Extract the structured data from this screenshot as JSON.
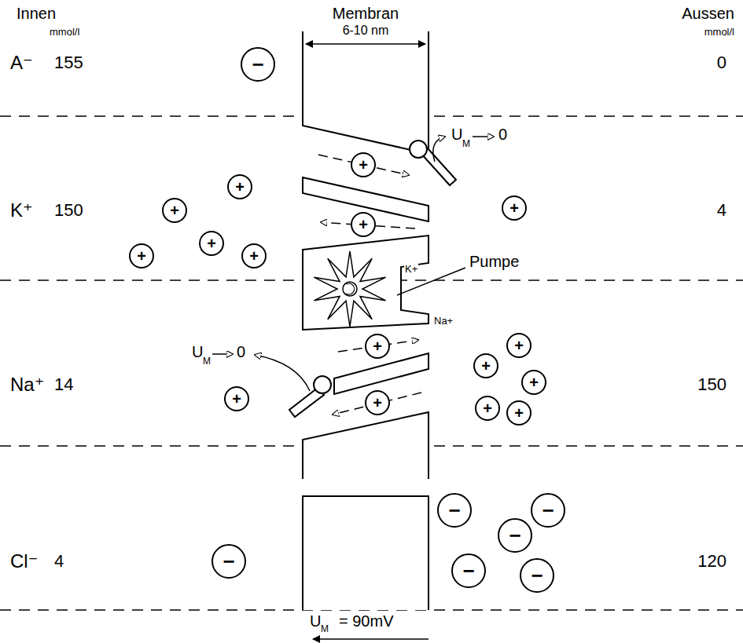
{
  "diagram": {
    "nodes": [
      {
        "text": [
          "−"
        ]
      },
      {
        "text": [
          "+"
        ]
      },
      {
        "text": [
          "+"
        ]
      },
      {
        "text": [
          "+"
        ]
      },
      {
        "text": [
          "+"
        ]
      },
      {
        "text": [
          "+"
        ]
      },
      {
        "text": [
          "+"
        ]
      },
      {
        "text": [
          "+"
        ]
      },
      {
        "text": [
          "+"
        ]
      },
      {
        "text": [
          "+"
        ]
      },
      {
        "text": [
          "+"
        ]
      },
      {
        "text": [
          "+"
        ]
      },
      {
        "text": [
          "+"
        ]
      },
      {
        "text": [
          "+"
        ]
      },
      {
        "text": [
          "+"
        ]
      },
      {
        "text": [
          "+"
        ]
      },
      {
        "text": [
          "+"
        ]
      },
      {
        "text": [
          "−"
        ]
      },
      {
        "text": [
          "−"
        ]
      },
      {
        "text": [
          "−"
        ]
      },
      {
        "text": [
          "−"
        ]
      },
      {
        "text": [
          "−"
        ]
      },
      {
        "text": [
          "−"
        ]
      }
    ],
    "labels": [
      "Innen",
      "Membran",
      "Aussen",
      "mmol/l",
      "6-10 nm",
      "mmol/l",
      "A⁻",
      "155",
      "0",
      "U",
      "M",
      "0",
      "K⁺",
      "150",
      "4",
      "K+",
      "Pumpe",
      "U",
      "M",
      "0",
      "Na+",
      "Na⁺",
      "14",
      "150",
      "Cl⁻",
      "4",
      "120",
      "U",
      "M",
      "= 90mV"
    ]
  }
}
